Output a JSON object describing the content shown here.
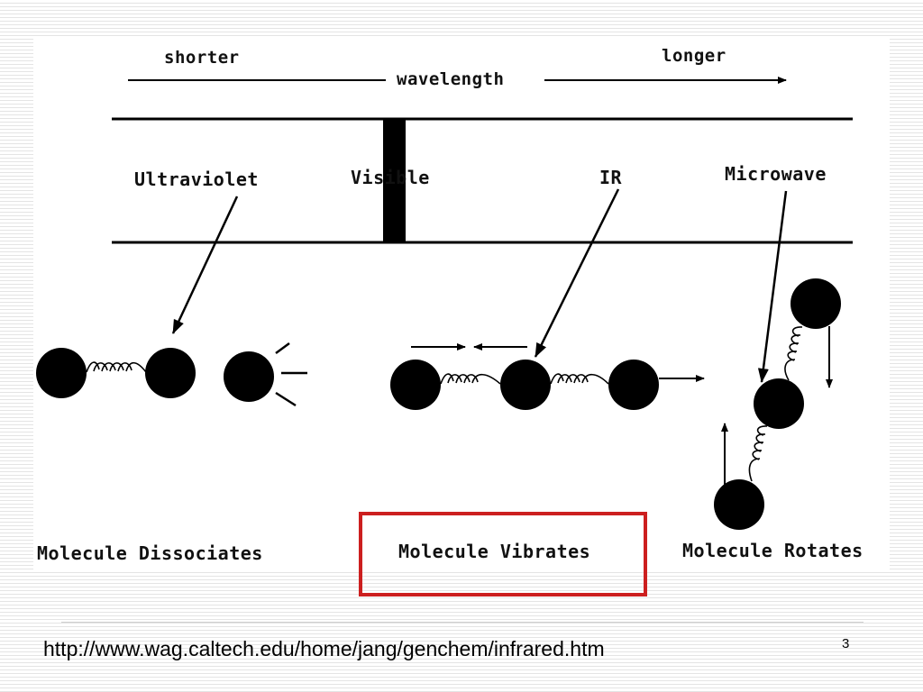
{
  "diagram": {
    "scale": {
      "shorter": "shorter",
      "axis": "wavelength",
      "longer": "longer"
    },
    "bands": {
      "ultraviolet": "Ultraviolet",
      "visible": "Visible",
      "ir": "IR",
      "microwave": "Microwave"
    },
    "effects": {
      "dissociates": "Molecule Dissociates",
      "vibrates": "Molecule Vibrates",
      "rotates": "Molecule Rotates"
    },
    "highlight_color": "#cc1f1f"
  },
  "footer": {
    "source_url": "http://www.wag.caltech.edu/home/jang/genchem/infrared.htm",
    "page_number": "3"
  }
}
